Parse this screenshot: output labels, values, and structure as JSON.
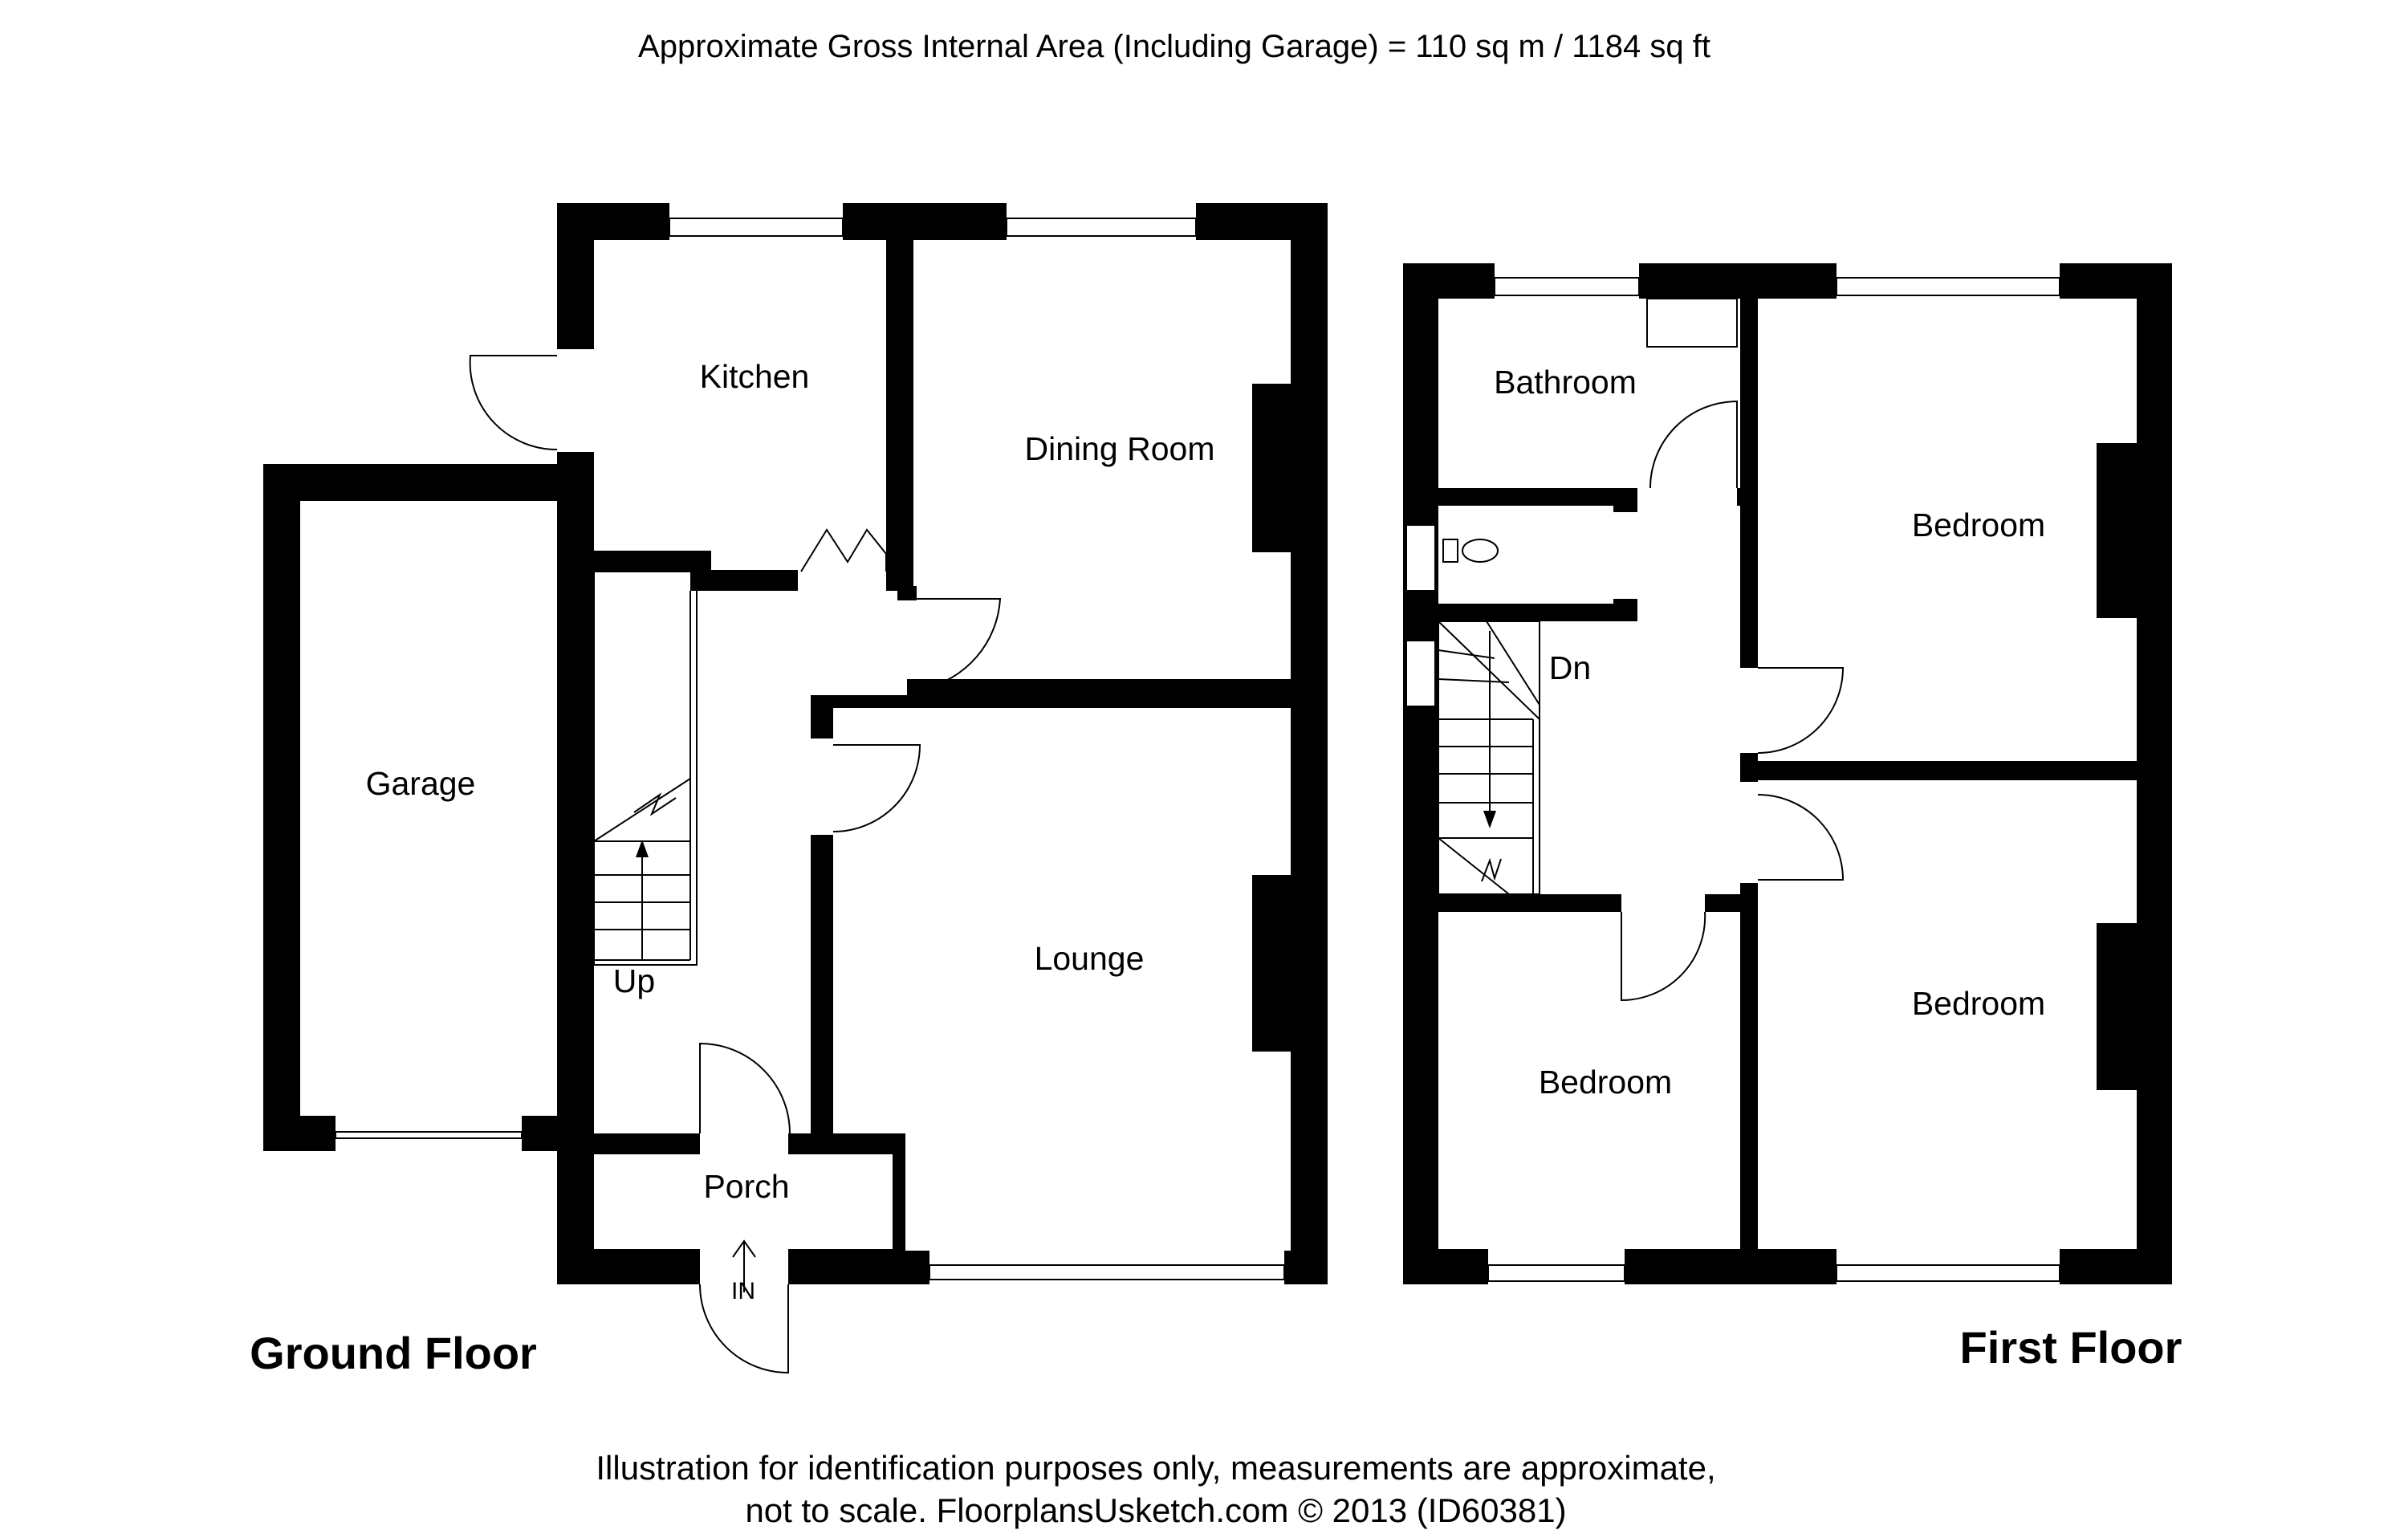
{
  "header": {
    "area_text": "Approximate Gross Internal Area (Including Garage) = 110 sq m / 1184 sq ft"
  },
  "ground_floor": {
    "title": "Ground Floor",
    "rooms": {
      "kitchen": "Kitchen",
      "dining_room": "Dining Room",
      "garage": "Garage",
      "lounge": "Lounge",
      "porch": "Porch"
    },
    "stairs_label": "Up",
    "entrance_label": "IN"
  },
  "first_floor": {
    "title": "First Floor",
    "rooms": {
      "bathroom": "Bathroom",
      "bedroom_1": "Bedroom",
      "bedroom_2": "Bedroom",
      "bedroom_3": "Bedroom"
    },
    "stairs_label": "Dn"
  },
  "footer": {
    "line1": "Illustration for identification purposes only, measurements are approximate,",
    "line2": "not to scale. FloorplansUsketch.com © 2013 (ID60381)"
  },
  "colors": {
    "wall": "#000000",
    "background": "#ffffff"
  }
}
